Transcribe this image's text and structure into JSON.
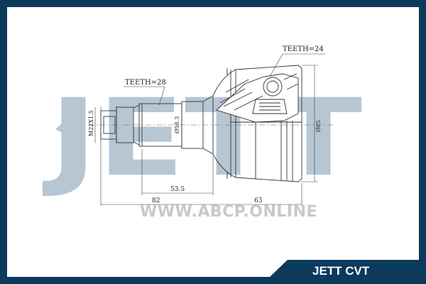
{
  "watermark": {
    "text": "JETT"
  },
  "labels": {
    "teeth_outer": "TEETH=24",
    "teeth_inner": "TEETH=28",
    "thread": "M22X1.5",
    "shaft_dia": "Ø58.3",
    "bell_dia": "Ø85",
    "dim_535": "53.5",
    "dim_82": "82",
    "dim_63": "63"
  },
  "website": "WWW.ABCP.ONLINE",
  "brand_tag": "JETT CVT",
  "colors": {
    "frame": "#0c3a5b",
    "watermark": "#b7c6d3",
    "website": "#c9c9c9",
    "line": "#333333"
  }
}
